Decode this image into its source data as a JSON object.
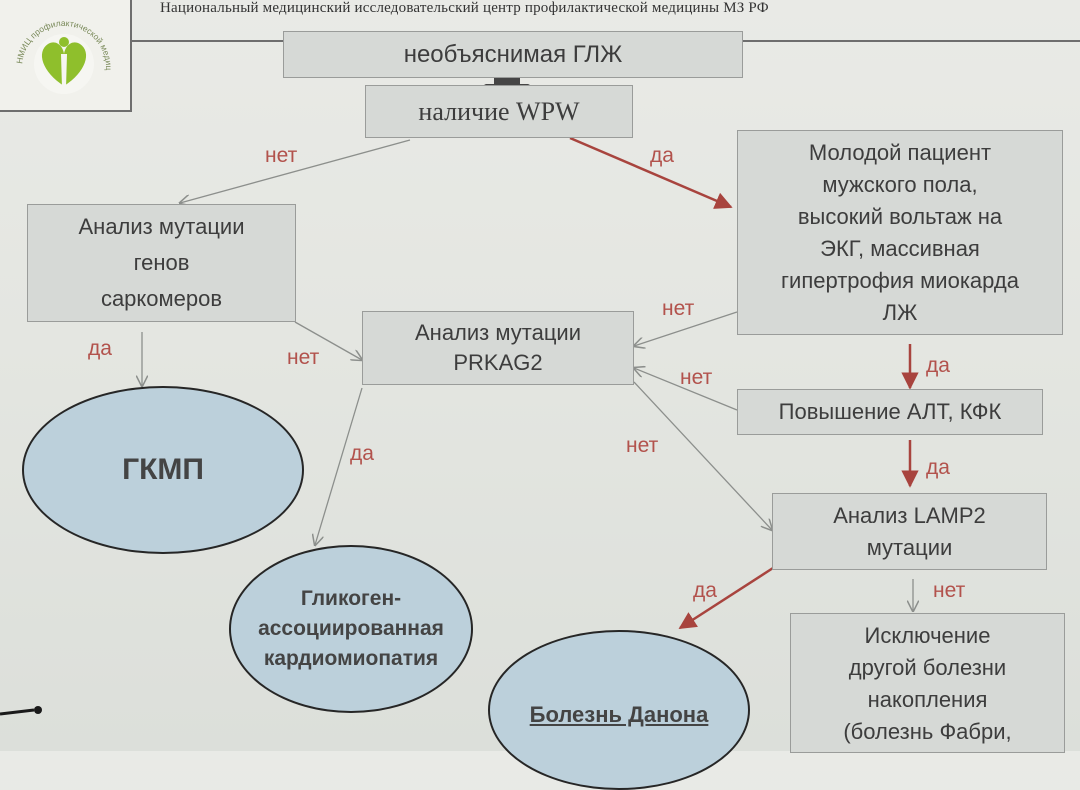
{
  "header": {
    "title": "Национальный медицинский исследовательский центр профилактической медицины МЗ РФ"
  },
  "logo": {
    "ring_text": "НМИЦ профилактической медицины"
  },
  "colors": {
    "box_fill": "#d6d9d6",
    "box_border": "#9a9c9a",
    "ellipse_fill": "#bcd0db",
    "label_red": "#b2524c",
    "arrow_red": "#a8443e",
    "logo_green": "#8fbf2c"
  },
  "diagram": {
    "nodes": {
      "lvh": "необъяснимая ГЛЖ",
      "wpw": "наличие WPW",
      "sarcomere": "Анализ мутации\nгенов\nсаркомеров",
      "young_male": "Молодой пациент\nмужского пола,\nвысокий вольтаж на\nЭКГ, массивная\nгипертрофия миокарда\nЛЖ",
      "prkag2": "Анализ мутации\nPRKAG2",
      "alt_kfk": "Повышение АЛТ, КФК",
      "lamp2": "Анализ LAMP2\nмутации",
      "exclusion": "Исключение\nдругой болезни\nнакопления\n(болезнь Фабри,",
      "hcm": "ГКМП",
      "glycogen": "Гликоген-\nассоциированная\nкардиомиопатия",
      "danon": "Болезнь Данона"
    },
    "labels": {
      "wpw_no": "нет",
      "wpw_yes": "да",
      "sarc_yes": "да",
      "sarc_no": "нет",
      "young_no": "нет",
      "young_yes": "да",
      "alt_no": "нет",
      "alt_yes": "да",
      "prkag_yes": "да",
      "prkag_no": "нет",
      "lamp_yes": "да",
      "lamp_no": "нет"
    }
  }
}
